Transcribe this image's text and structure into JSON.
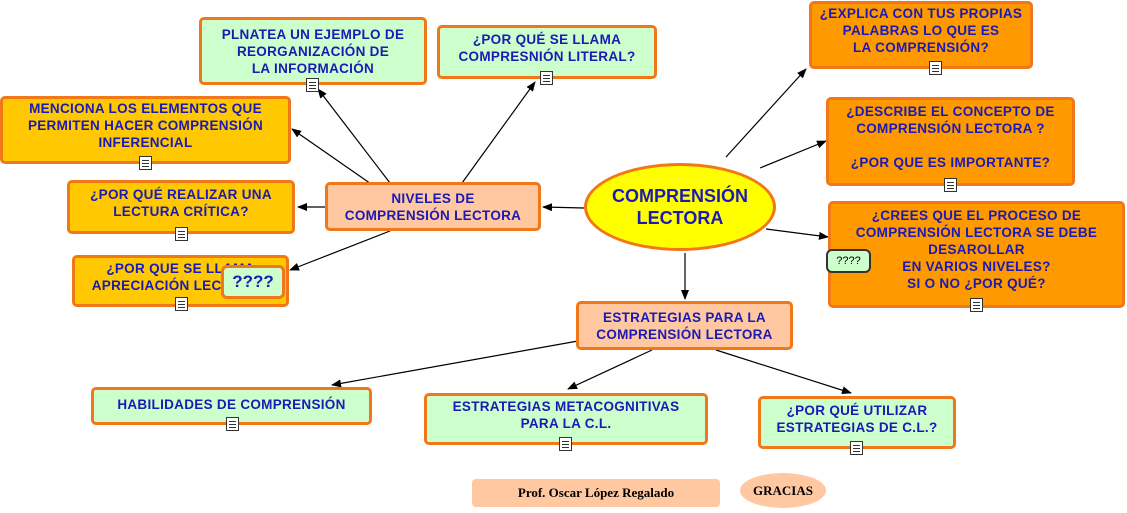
{
  "center": "COMPRENSIÓN\nLECTORA",
  "niveles": "NIVELES DE\nCOMPRENSIÓN LECTORA",
  "estrategias": "ESTRATEGIAS PARA LA\nCOMPRENSIÓN LECTORA",
  "nodes": {
    "reorganizacion": "PLNATEA UN EJEMPLO DE\nREORGANIZACIÓN DE\nLA INFORMACIÓN",
    "literal": "¿POR QUÉ SE LLAMA\nCOMPRESNIÓN LITERAL?",
    "inferencial": "MENCIONA LOS ELEMENTOS QUE\nPERMITEN HACER COMPRENSIÓN\nINFERENCIAL",
    "critica": "¿POR QUÉ REALIZAR UNA\nLECTURA CRÍTICA?",
    "apreciacion": "¿POR QUE SE LLAMA\nAPRECIACIÓN LECTORA?",
    "explica": "¿EXPLICA CON TUS PROPIAS\nPALABRAS LO QUE ES\nLA COMPRENSIÓN?",
    "describe": "¿DESCRIBE EL CONCEPTO DE\nCOMPRENSIÓN LECTORA ?\n\n¿POR QUE ES IMPORTANTE?",
    "crees": "¿CREES QUE EL PROCESO DE\nCOMPRENSIÓN  LECTORA SE DEBE\nDESAROLLAR\nEN VARIOS NIVELES?\nSI O NO  ¿POR QUÉ?",
    "habilidades": "HABILIDADES DE COMPRENSIÓN",
    "metacognitivas": "ESTRATEGIAS METACOGNITIVAS\nPARA LA C.L.",
    "utilizar": "¿POR QUÉ UTILIZAR\nESTRATEGIAS DE C.L.?"
  },
  "bubbles": {
    "big": "????",
    "small": "????"
  },
  "footer": {
    "author": "Prof. Oscar López Regalado",
    "thanks": "GRACIAS"
  },
  "colors": {
    "border": "#f07818",
    "text": "#1a1ab4",
    "green": "#ccffcc",
    "yellow": "#ffc800",
    "orange": "#ff9900",
    "peach": "#ffc8a0",
    "center": "#ffff00"
  },
  "icons": {
    "note": "document-note-icon",
    "arrow": "arrow-head-icon"
  }
}
